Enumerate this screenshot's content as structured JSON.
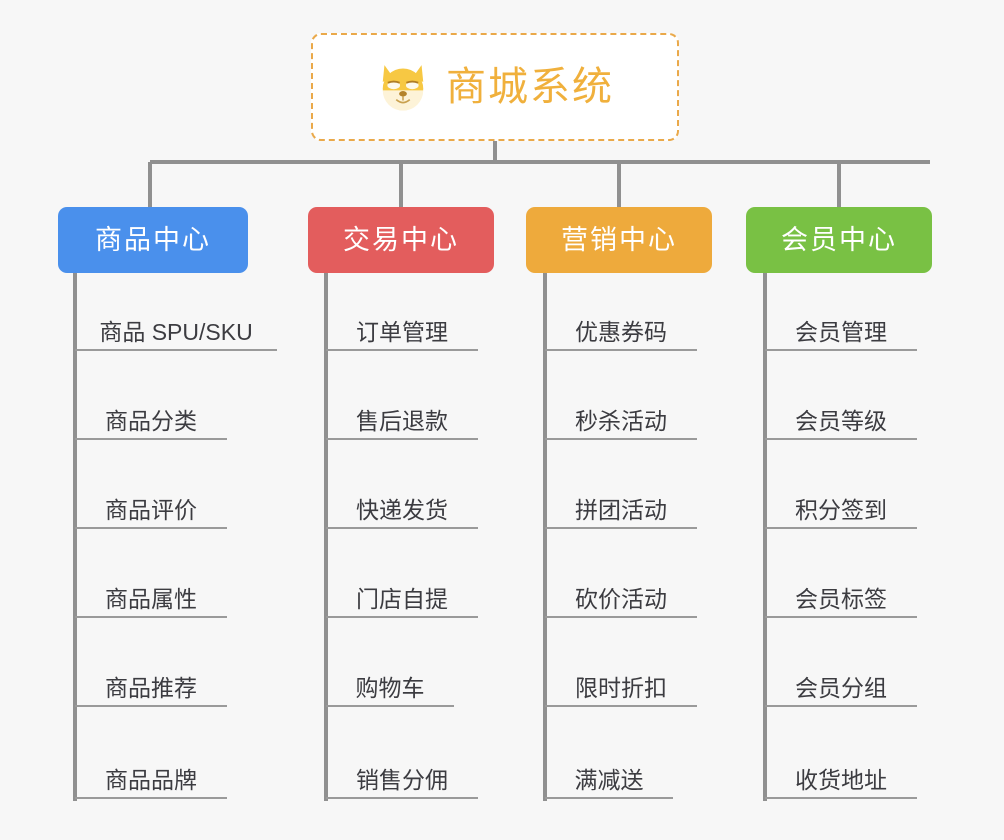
{
  "diagram": {
    "title": "商城系统",
    "background_color": "#f7f7f7",
    "connector_color": "#909090",
    "root": {
      "label": "商城系统",
      "icon": "shiba-dog-face-icon",
      "text_color": "#f0b03c",
      "border_color": "#eaa94a",
      "fill_color": "#ffffff"
    },
    "branches": [
      {
        "label": "商品中心",
        "color": "#4a90ec",
        "items": [
          "商品 SPU/SKU",
          "商品分类",
          "商品评价",
          "商品属性",
          "商品推荐",
          "商品品牌"
        ]
      },
      {
        "label": "交易中心",
        "color": "#e35d5d",
        "items": [
          "订单管理",
          "售后退款",
          "快递发货",
          "门店自提",
          "购物车",
          "销售分佣"
        ]
      },
      {
        "label": "营销中心",
        "color": "#eeaa3c",
        "items": [
          "优惠券码",
          "秒杀活动",
          "拼团活动",
          "砍价活动",
          "限时折扣",
          "满减送"
        ]
      },
      {
        "label": "会员中心",
        "color": "#79c144",
        "items": [
          "会员管理",
          "会员等级",
          "积分签到",
          "会员标签",
          "会员分组",
          "收货地址"
        ]
      }
    ]
  }
}
